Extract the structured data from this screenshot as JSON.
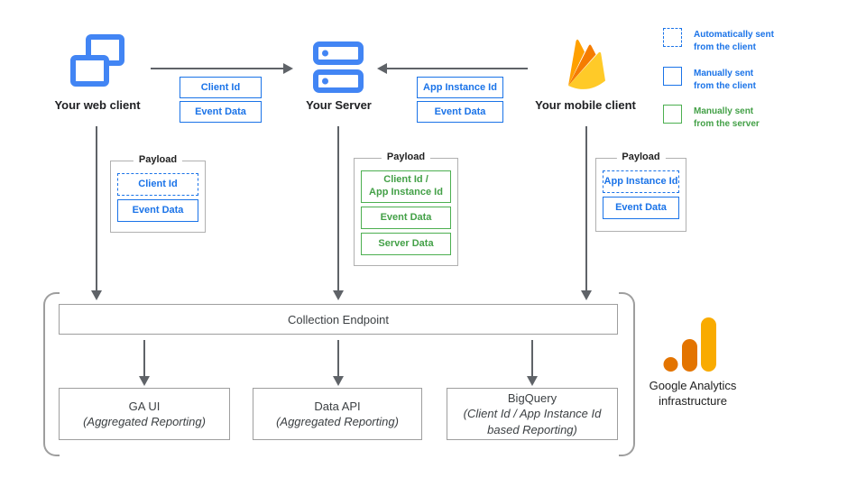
{
  "clients": {
    "web": {
      "label": "Your web client"
    },
    "server": {
      "label": "Your Server"
    },
    "mobile": {
      "label": "Your mobile client"
    }
  },
  "flows": {
    "web_to_server": {
      "params": [
        "Client Id",
        "Event Data"
      ]
    },
    "mobile_to_server": {
      "params": [
        "App Instance Id",
        "Event Data"
      ]
    }
  },
  "legend": {
    "items": [
      {
        "style": "dashed-blue",
        "label_line1": "Automatically sent",
        "label_line2": "from the client"
      },
      {
        "style": "solid-blue",
        "label_line1": "Manually sent",
        "label_line2": "from the client"
      },
      {
        "style": "solid-green",
        "label_line1": "Manually sent",
        "label_line2": "from the server"
      }
    ]
  },
  "payloads": {
    "web": {
      "title": "Payload",
      "items": [
        {
          "text": "Client Id",
          "style": "dashed-blue"
        },
        {
          "text": "Event Data",
          "style": "solid-blue"
        }
      ]
    },
    "server": {
      "title": "Payload",
      "items": [
        {
          "line1": "Client Id /",
          "line2": "App Instance Id",
          "style": "solid-green"
        },
        {
          "text": "Event Data",
          "style": "solid-green"
        },
        {
          "text": "Server Data",
          "style": "solid-green"
        }
      ]
    },
    "mobile": {
      "title": "Payload",
      "items": [
        {
          "text": "App Instance Id",
          "style": "dashed-blue"
        },
        {
          "text": "Event Data",
          "style": "solid-blue"
        }
      ]
    }
  },
  "infrastructure": {
    "endpoint_label": "Collection Endpoint",
    "outputs": [
      {
        "title": "GA UI",
        "subtitle_line1": "(Aggregated Reporting)"
      },
      {
        "title": "Data API",
        "subtitle_line1": "(Aggregated Reporting)"
      },
      {
        "title": "BigQuery",
        "subtitle_line1": "(Client Id / App Instance Id",
        "subtitle_line2": "based Reporting)"
      }
    ],
    "brand_label_line1": "Google Analytics",
    "brand_label_line2": "infrastructure"
  },
  "colors": {
    "box_blue": "#1a73e8",
    "icon_blue": "#4285f4",
    "box_green": "#4caf50",
    "arrow_gray": "#5f6368",
    "border_gray": "#9e9e9e",
    "firebase_amber": "#FFA000",
    "firebase_orange": "#F57C00",
    "firebase_yellow": "#FFCA28",
    "ga_dark_orange": "#E37400",
    "ga_orange": "#F9AB00"
  }
}
